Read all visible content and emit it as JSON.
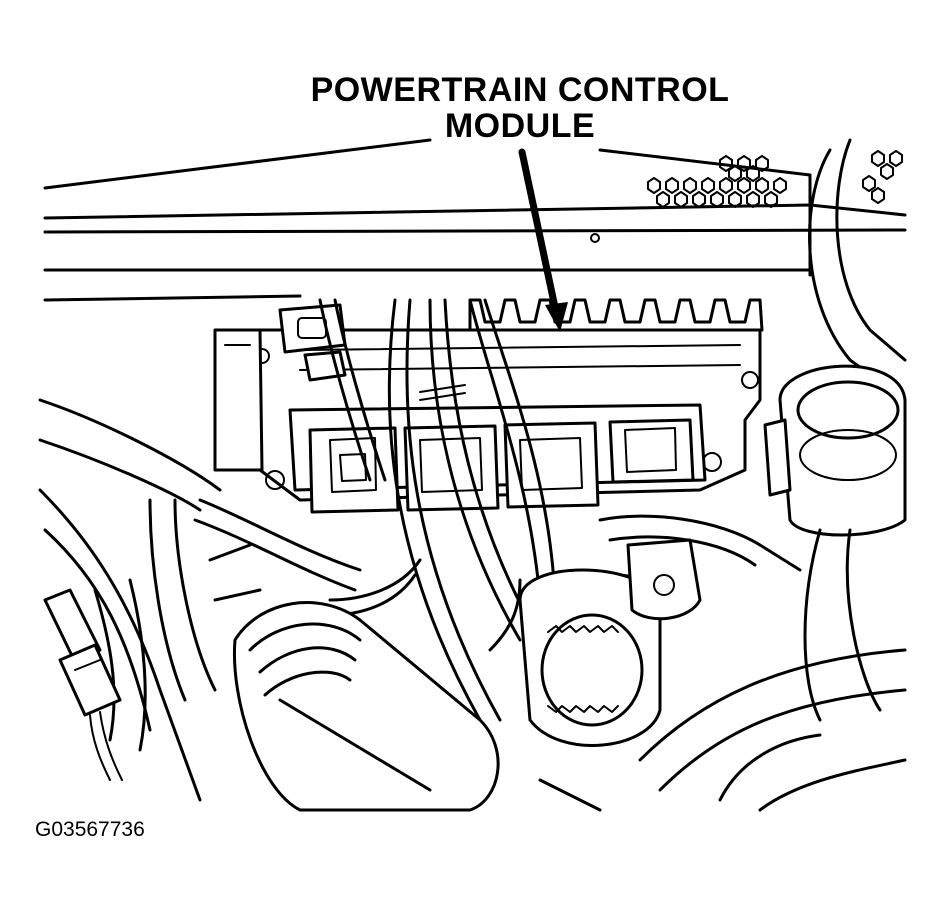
{
  "callout": {
    "line1": "POWERTRAIN CONTROL",
    "line2": "MODULE"
  },
  "figure_id": "G03567736",
  "colors": {
    "ink": "#000000",
    "paper": "#ffffff"
  }
}
